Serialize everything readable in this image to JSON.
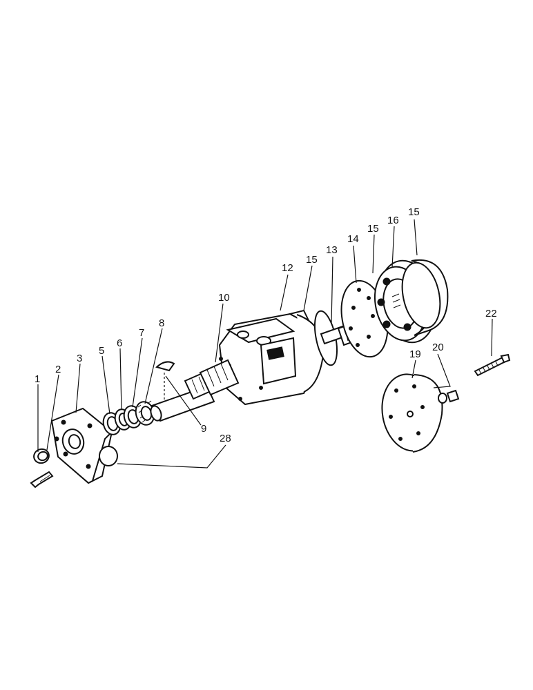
{
  "labels": {
    "p1": "1",
    "p2": "2",
    "p3": "3",
    "p5": "5",
    "p6": "6",
    "p7": "7",
    "p8": "8",
    "p9": "9",
    "p10": "10",
    "p12": "12",
    "p13": "13",
    "p14": "14",
    "p15a": "15",
    "p15b": "15",
    "p15c": "15",
    "p16": "16",
    "p19": "19",
    "p20": "20",
    "p22": "22",
    "p28": "28"
  }
}
